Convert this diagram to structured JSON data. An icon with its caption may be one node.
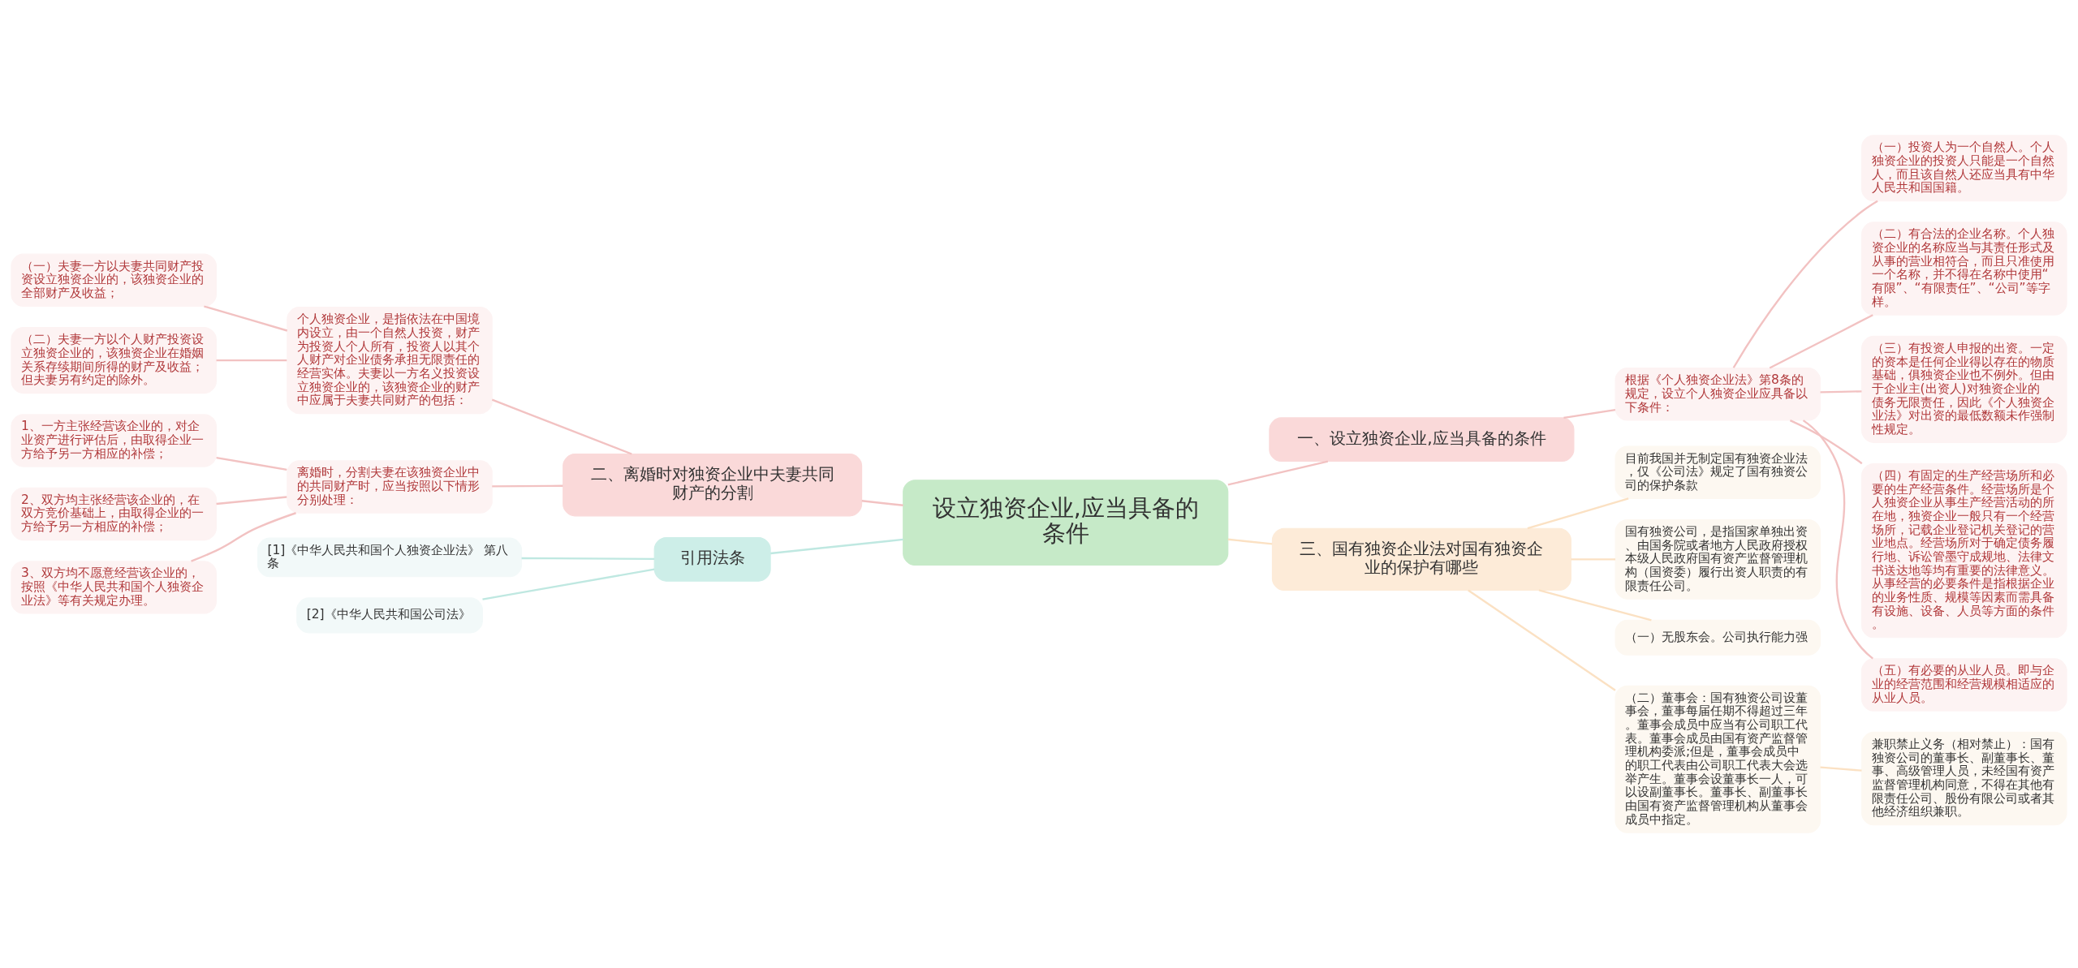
{
  "diagram": {
    "nodes": [
      {
        "text": [
          "设立独资企业,应当具备的条件"
        ]
      },
      {
        "text": [
          "一、设立独资企业,应当具备的条件"
        ]
      },
      {
        "text": [
          "根据《个人独资企业法》第8条的规定，设立个人独资企业应具备以下条件："
        ]
      },
      {
        "text": [
          "（一）投资人为一个自然人。个人独资企业的投资人只能是一个自然人，而且该自然人还应当具有中华人民共和国国籍。"
        ]
      },
      {
        "text": [
          "（二）有合法的企业名称。个人独资企业的名称应当与其责任形式及从事的营业相符合，而且只准使用一个名称，并不得在名称中使用“有限”、“有限责任”、“公司”等字样。"
        ]
      },
      {
        "text": [
          "（三）有投资人申报的出资。一定的资本是任何企业得以存在的物质基础，俱独资企业也不例外。但由于企业主(出资人)对独资企业的债务无限责任，因此《个人独资企业法》对出资的最低数额未作强制性规定。"
        ]
      },
      {
        "text": [
          "（四）有固定的生产经营场所和必要的生产经营条件。经营场所是个人独资企业从事生产经营活动的所在地，独资企业一般只有一个经营场所，记载企业登记机关登记的营业地点。经营场所对于确定债务履行地、诉讼管墨守成规地、法律文书送达地等均有重要的法律意义。从事经营的必要条件是指根据企业的业务性质、规模等因素而需具备有设施、设备、人员等方面的条件。"
        ]
      },
      {
        "text": [
          "（五）有必要的从业人员。即与企业的经营范围和经营规模相适应的从业人员。"
        ]
      },
      {
        "text": [
          "二、离婚时对独资企业中夫妻共同财产的分割"
        ]
      },
      {
        "text": [
          "个人独资企业，是指依法在中国境内设立，由一个自然人投资，财产为投资人个人所有，投资人以其个人财产对企业债务承担无限责任的经营实体。夫妻以一方名义投资设立独资企业的，该独资企业的财产中应属于夫妻共同财产的包括："
        ]
      },
      {
        "text": [
          "（一）夫妻一方以夫妻共同财产投资设立独资企业的，该独资企业的全部财产及收益；"
        ]
      },
      {
        "text": [
          "（二）夫妻一方以个人财产投资设立独资企业的，该独资企业在婚姻关系存续期间所得的财产及收益；但夫妻另有约定的除外。"
        ]
      },
      {
        "text": [
          "离婚时，分割夫妻在该独资企业中的共同财产时，应当按照以下情形分别处理："
        ]
      },
      {
        "text": [
          "1、一方主张经营该企业的，对企业资产进行评估后，由取得企业一方给予另一方相应的补偿；"
        ]
      },
      {
        "text": [
          "2、双方均主张经营该企业的，在双方竞价基础上，由取得企业的一方给予另一方相应的补偿；"
        ]
      },
      {
        "text": [
          "3、双方均不愿意经营该企业的，按照《中华人民共和国个人独资企业法》等有关规定办理。"
        ]
      },
      {
        "text": [
          "引用法条"
        ]
      },
      {
        "text": [
          "[1]《中华人民共和国个人独资企业法》 第八条"
        ]
      },
      {
        "text": [
          "[2]《中华人民共和国公司法》"
        ]
      },
      {
        "text": [
          "三、国有独资企业法对国有独资企业的保护有哪些"
        ]
      },
      {
        "text": [
          "目前我国并无制定国有独资企业法，仅《公司法》规定了国有独资公司的保护条款"
        ]
      },
      {
        "text": [
          "国有独资公司，是指国家单独出资、由国务院或者地方人民政府授权本级人民政府国有资产监督管理机构（国资委）履行出资人职责的有限责任公司。"
        ]
      },
      {
        "text": [
          "（一）无股东会。公司执行能力强"
        ]
      },
      {
        "text": [
          "（二）董事会：国有独资公司设董事会，董事每届任期不得超过三年。董事会成员中应当有公司职工代表。董事会成员由国有资产监督管理机构委派;但是，董事会成员中的职工代表由公司职工代表大会选举产生。董事会设董事长一人，可以设副董事长。董事长、副董事长由国有资产监督管理机构从董事会成员中指定。"
        ]
      },
      {
        "text": [
          "兼职禁止义务（相对禁止）：国有独资公司的董事长、副董事长、董事、高级管理人员，未经国有资产监督管理机构同意，不得在其他有限责任公司、股份有限公司或者其他经济组织兼职。"
        ]
      }
    ],
    "edges": [
      {
        "from": 0,
        "to": 1,
        "arrow": "none"
      },
      {
        "from": 1,
        "to": 2,
        "arrow": "none"
      },
      {
        "from": 2,
        "to": 3,
        "arrow": "none"
      },
      {
        "from": 2,
        "to": 4,
        "arrow": "none"
      },
      {
        "from": 2,
        "to": 5,
        "arrow": "none"
      },
      {
        "from": 2,
        "to": 6,
        "arrow": "none"
      },
      {
        "from": 2,
        "to": 7,
        "arrow": "none"
      },
      {
        "from": 0,
        "to": 8,
        "arrow": "none"
      },
      {
        "from": 8,
        "to": 9,
        "arrow": "none"
      },
      {
        "from": 9,
        "to": 10,
        "arrow": "none"
      },
      {
        "from": 9,
        "to": 11,
        "arrow": "none"
      },
      {
        "from": 8,
        "to": 12,
        "arrow": "none"
      },
      {
        "from": 12,
        "to": 13,
        "arrow": "none"
      },
      {
        "from": 12,
        "to": 14,
        "arrow": "none"
      },
      {
        "from": 12,
        "to": 15,
        "arrow": "none"
      },
      {
        "from": 0,
        "to": 16,
        "arrow": "none",
        "color": "#bfe8e1"
      },
      {
        "from": 16,
        "to": 17,
        "arrow": "none",
        "color": "#bfe8e1"
      },
      {
        "from": 16,
        "to": 18,
        "arrow": "none",
        "color": "#bfe8e1"
      },
      {
        "from": 0,
        "to": 19,
        "arrow": "none",
        "color": "#fbe1c3"
      },
      {
        "from": 19,
        "to": 20,
        "arrow": "none",
        "color": "#fbe1c3"
      },
      {
        "from": 19,
        "to": 21,
        "arrow": "none",
        "color": "#fbe1c3"
      },
      {
        "from": 19,
        "to": 22,
        "arrow": "none",
        "color": "#fbe1c3"
      },
      {
        "from": 19,
        "to": 23,
        "arrow": "none",
        "color": "#fbe1c3"
      },
      {
        "from": 23,
        "to": 24,
        "arrow": "none",
        "color": "#fbe1c3"
      }
    ]
  }
}
